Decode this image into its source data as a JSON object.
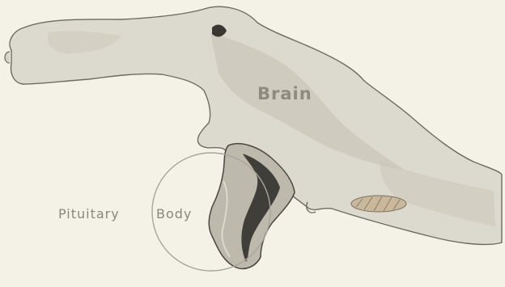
{
  "figure": {
    "labels": {
      "brain": "Brain",
      "pituitary_word1": "Pituitary",
      "pituitary_word2": "Body"
    },
    "colors": {
      "background": "#f4f1e6",
      "specimen_fill": "#dcd9ce",
      "specimen_shadow": "#b6b2a5",
      "specimen_dark": "#2a2824",
      "outline": "#6e6b62",
      "circle": "#a8a59b",
      "label": "#8a877e"
    }
  }
}
